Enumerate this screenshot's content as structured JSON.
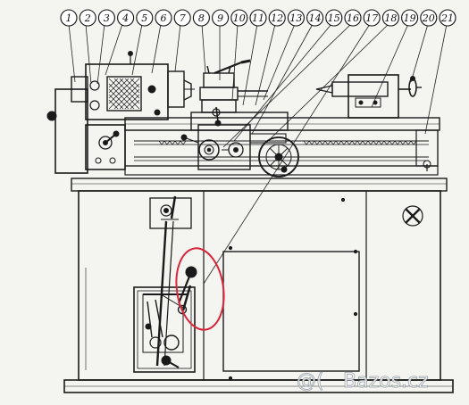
{
  "diagram": {
    "callouts": [
      "1",
      "2",
      "3",
      "4",
      "5",
      "6",
      "7",
      "8",
      "9",
      "10",
      "11",
      "12",
      "13",
      "14",
      "15",
      "16",
      "17",
      "18",
      "19",
      "20",
      "21"
    ],
    "highlight": {
      "color": "#d9263a",
      "label": "highlighted control lever"
    },
    "watermark": {
      "text": "Bazos.cz",
      "symbol": "@("
    }
  }
}
